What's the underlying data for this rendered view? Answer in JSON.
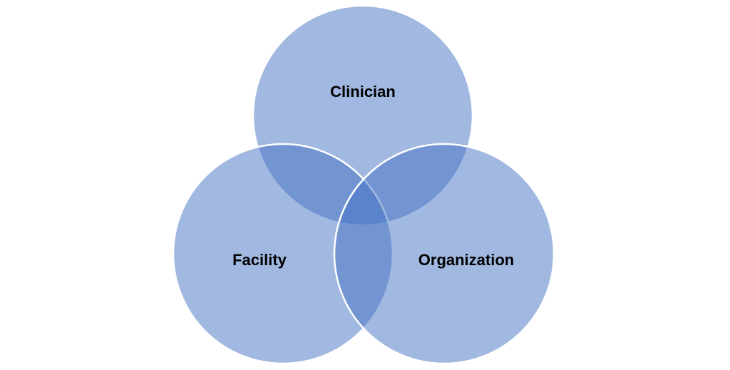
{
  "diagram": {
    "type": "venn",
    "circle_color": "#4472C4",
    "outline_color": "#ffffff",
    "label_color": "#000000",
    "sets": [
      {
        "id": "clinician",
        "label": "Clinician"
      },
      {
        "id": "facility",
        "label": "Facility"
      },
      {
        "id": "organization",
        "label": "Organization"
      }
    ]
  }
}
